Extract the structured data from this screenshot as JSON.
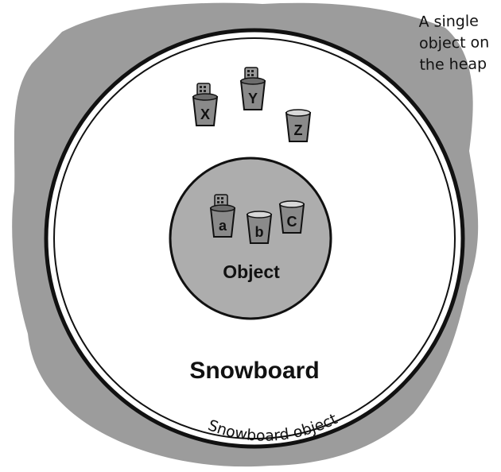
{
  "annotation": {
    "lines": [
      "A single",
      "object on",
      "the heap"
    ]
  },
  "outer_object": {
    "type_label": "Snowboard",
    "curved_label": "Snowboard object",
    "cups": [
      {
        "letter": "X",
        "has_remote": true
      },
      {
        "letter": "Y",
        "has_remote": true
      },
      {
        "letter": "Z",
        "has_remote": false
      }
    ]
  },
  "inner_object": {
    "type_label": "Object",
    "cups": [
      {
        "letter": "a",
        "has_remote": true
      },
      {
        "letter": "b",
        "has_remote": false
      },
      {
        "letter": "C",
        "has_remote": false
      }
    ]
  },
  "colors": {
    "heap": "#9c9c9c",
    "outer_circle": "#ffffff",
    "inner_circle": "#adadad",
    "stroke": "#111111",
    "cup": "#8a8a8a"
  }
}
